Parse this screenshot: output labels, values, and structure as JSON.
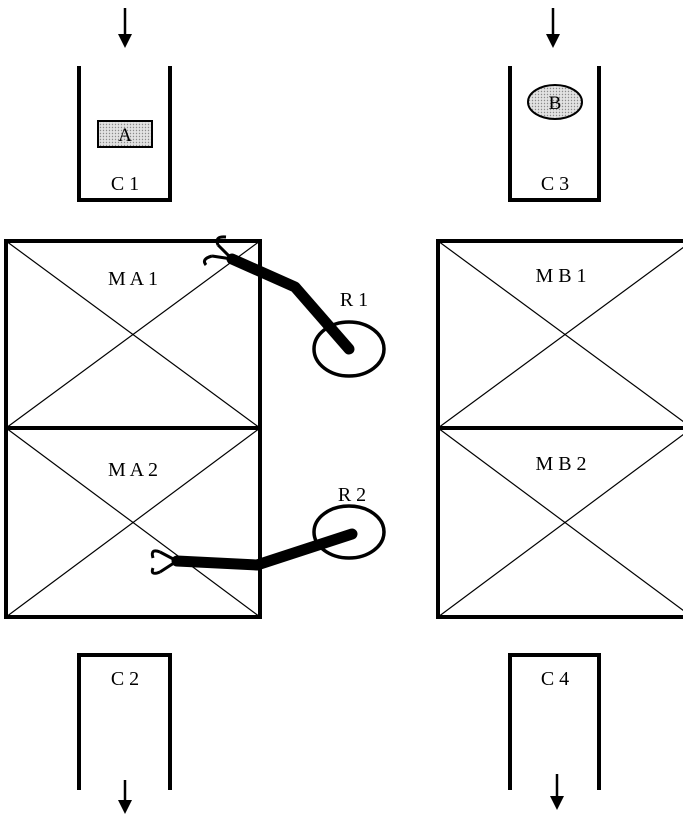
{
  "conveyors": {
    "c1": {
      "label": "C 1",
      "part": "A"
    },
    "c2": {
      "label": "C 2"
    },
    "c3": {
      "label": "C 3",
      "part": "B"
    },
    "c4": {
      "label": "C 4"
    }
  },
  "machines": {
    "ma1": "M A 1",
    "ma2": "M A 2",
    "mb1": "M B 1",
    "mb2": "M B 2"
  },
  "robots": {
    "r1": "R 1",
    "r2": "R 2"
  },
  "colors": {
    "line": "#000000",
    "part_fill": "#c8c8c8",
    "background": "#ffffff"
  }
}
